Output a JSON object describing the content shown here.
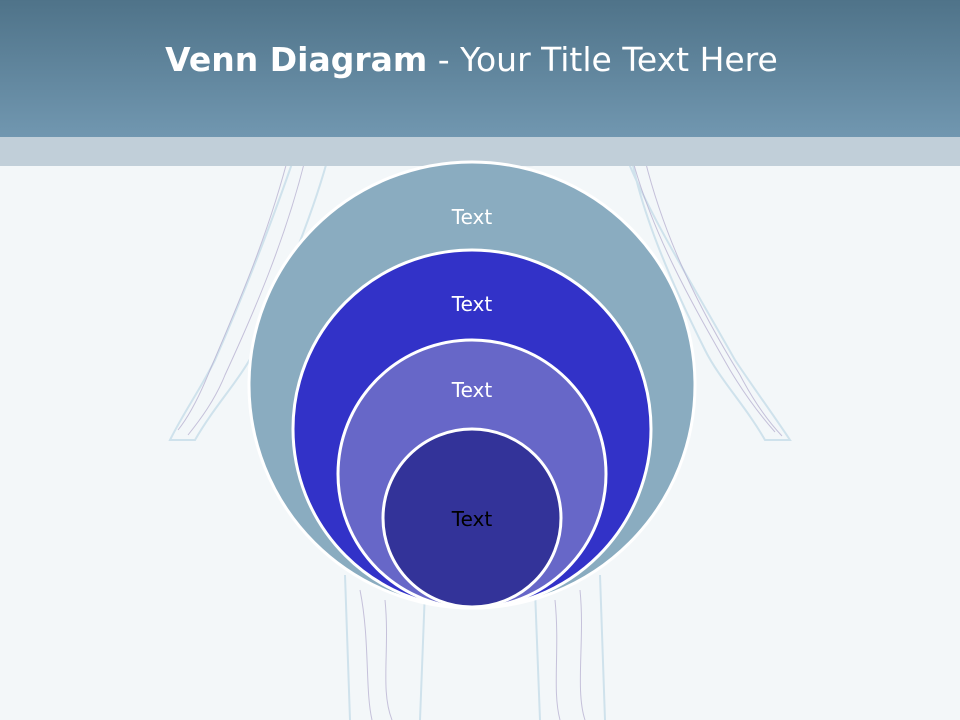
{
  "slide": {
    "title_bold": "Venn Diagram",
    "title_rest": " - Your Title Text Here"
  },
  "diagram": {
    "type": "stacked-venn",
    "circles": [
      {
        "label": "Text",
        "fill": "#8aacc0",
        "text_color": "#ffffff"
      },
      {
        "label": "Text",
        "fill": "#3232c8",
        "text_color": "#ffffff"
      },
      {
        "label": "Text",
        "fill": "#6767c8",
        "text_color": "#ffffff"
      },
      {
        "label": "Text",
        "fill": "#333399",
        "text_color": "#000000"
      }
    ]
  },
  "colors": {
    "header": "#5d8299",
    "header_strip": "#c1cfd9",
    "background": "#f3f7f9",
    "circle_outline": "#ffffff"
  }
}
